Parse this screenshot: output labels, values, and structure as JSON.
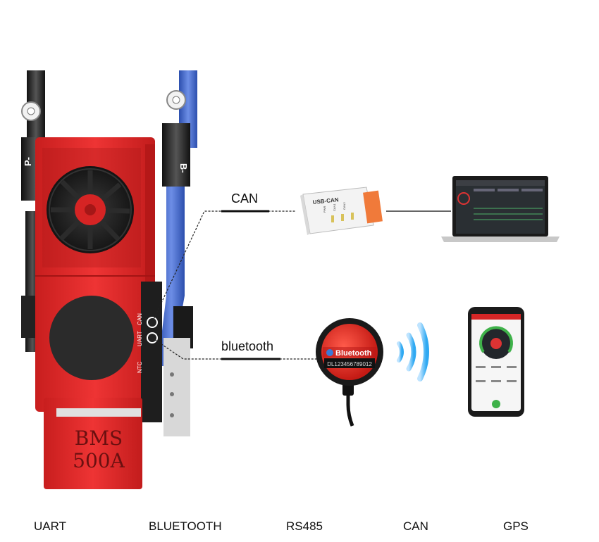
{
  "bms": {
    "model_line1": "BMS",
    "model_line2": "500A",
    "neg_pack": "P-",
    "neg_battery": "B-",
    "side_ports": [
      "NTC",
      "UART",
      "CAN"
    ],
    "colors": {
      "body": "#e62b2b",
      "dark": "#2a2a2a",
      "cable_blue": "#3d63c7"
    }
  },
  "connections": {
    "can_label": "CAN",
    "bluetooth_label": "bluetooth"
  },
  "usb_can": {
    "title": "USB-CAN",
    "port_labels": [
      "PWR",
      "CAN1",
      "CAN2"
    ]
  },
  "bluetooth_module": {
    "brand": "Bluetooth",
    "serial": "DL123456789012"
  },
  "features": [
    "UART",
    "BLUETOOTH",
    "RS485",
    "CAN",
    "GPS"
  ]
}
